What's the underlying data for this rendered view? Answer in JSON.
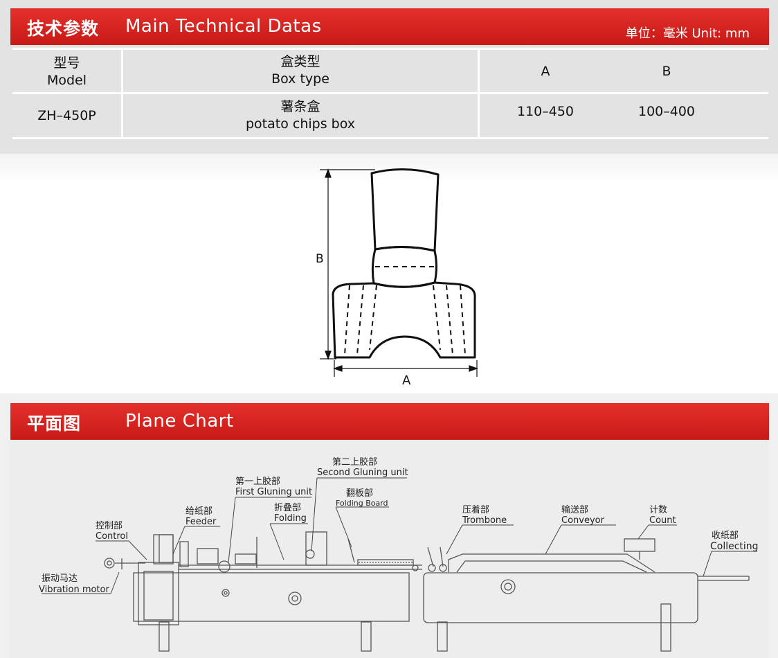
{
  "specs": {
    "title_cn": "技术参数",
    "title_en": "Main Technical Datas",
    "unit": "单位：毫米 Unit: mm",
    "headers": {
      "model_cn": "型号",
      "model_en": "Model",
      "box_cn": "盒类型",
      "box_en": "Box type",
      "a": "A",
      "b": "B"
    },
    "row": {
      "model": "ZH–450P",
      "box_cn": "薯条盒",
      "box_en": "potato chips box",
      "a": "110–450",
      "b": "100–400"
    }
  },
  "diagram": {
    "dim_a": "A",
    "dim_b": "B"
  },
  "plane": {
    "title_cn": "平面图",
    "title_en": "Plane Chart",
    "labels": {
      "control_cn": "控制部",
      "control_en": "Control",
      "vibration_cn": "振动马达",
      "vibration_en": "Vibration motor",
      "feeder_cn": "给纸部",
      "feeder_en": "Feeder",
      "first_cn": "第一上胶部",
      "first_en": "First Gluning unit",
      "folding_cn": "折叠部",
      "folding_en": "Folding",
      "second_cn": "第二上胶部",
      "second_en": "Second Gluning unit",
      "board_cn": "翻板部",
      "board_en": "Folding Board",
      "trombone_cn": "压着部",
      "trombone_en": "Trombone",
      "conveyor_cn": "输送部",
      "conveyor_en": "Conveyor",
      "count_cn": "计数",
      "count_en": "Count",
      "collect_cn": "收纸部",
      "collect_en": "Collecting"
    }
  }
}
